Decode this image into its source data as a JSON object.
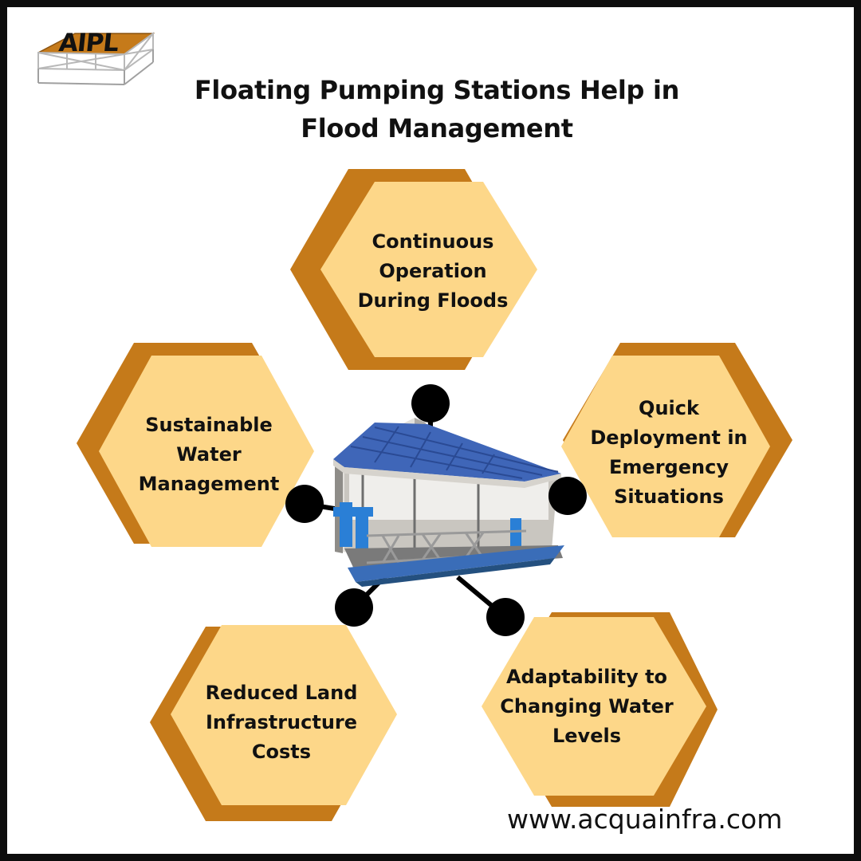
{
  "logo": {
    "text": "AIPL"
  },
  "title": {
    "line1": "Floating Pumping Stations Help in",
    "line2": "Flood Management"
  },
  "colors": {
    "hex_outer": "#C57A1A",
    "hex_inner": "#FDD789",
    "text": "#111111",
    "frame": "#0D0D0D"
  },
  "hexagons": [
    {
      "label": "Continuous\nOperation\nDuring Floods"
    },
    {
      "label": "Sustainable\nWater\nManagement"
    },
    {
      "label": "Quick\nDeployment in\nEmergency\nSituations"
    },
    {
      "label": "Reduced Land\nInfrastructure\nCosts"
    },
    {
      "label": "Adaptability to\nChanging Water\nLevels"
    }
  ],
  "center_image": {
    "subject": "floating-pumping-station"
  },
  "footer": {
    "website": "www.acquainfra.com"
  }
}
